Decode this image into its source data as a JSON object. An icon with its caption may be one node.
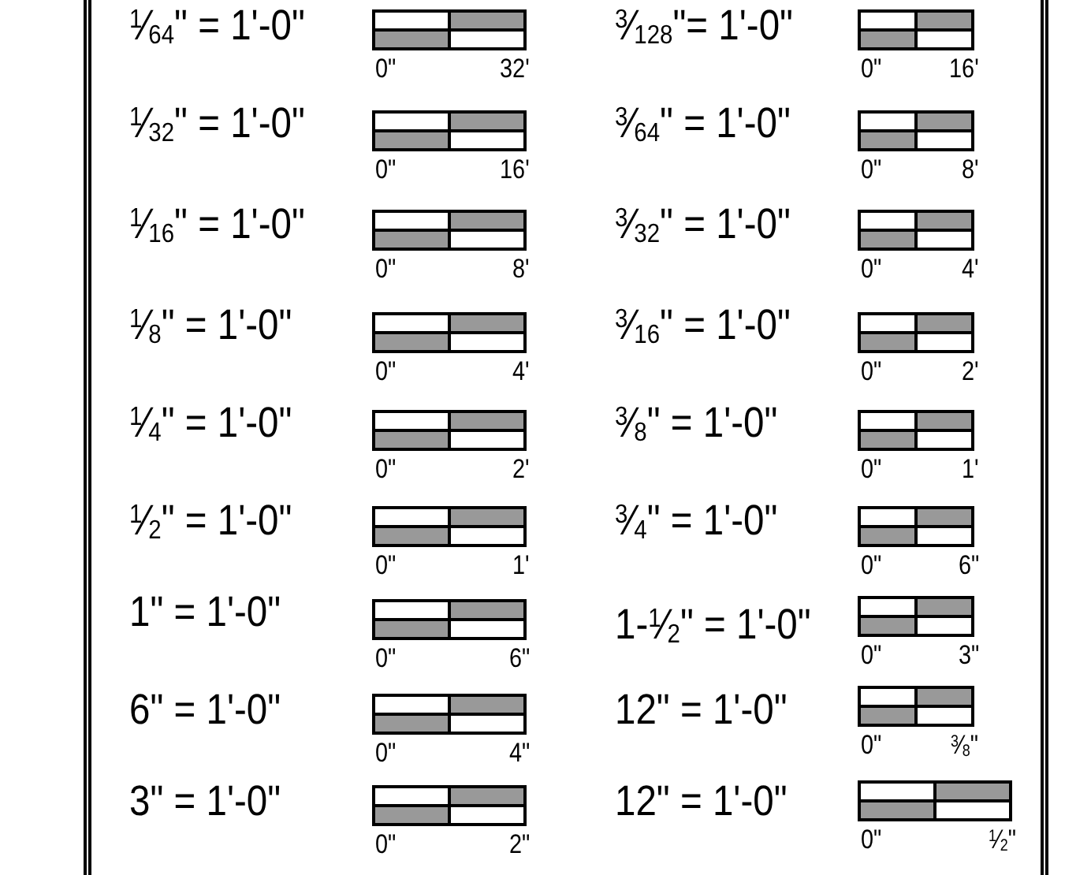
{
  "diagram": {
    "labels": [
      "$^{1}$⁄$_{64}$\" = 1'-0\"",
      "0\"",
      "32'",
      "$^{3}$⁄$_{128}$\"= 1'-0\"",
      "0\"",
      "16'",
      "$^{1}$⁄$_{32}$\" = 1'-0\"",
      "0\"",
      "16'",
      "$^{3}$⁄$_{64}$\" = 1'-0\"",
      "0\"",
      "8'",
      "$^{1}$⁄$_{16}$\" = 1'-0\"",
      "0\"",
      "8'",
      "$^{3}$⁄$_{32}$\" = 1'-0\"",
      "0\"",
      "4'",
      "$^{1}$⁄$_{8}$\" = 1'-0\"",
      "0\"",
      "4'",
      "$^{3}$⁄$_{16}$\" = 1'-0\"",
      "0\"",
      "2'",
      "$^{1}$⁄$_{4}$\" = 1'-0\"",
      "0\"",
      "2'",
      "$^{3}$⁄$_{8}$\" = 1'-0\"",
      "0\"",
      "1'",
      "$^{1}$⁄$_{2}$\" = 1'-0\"",
      "0\"",
      "1'",
      "$^{3}$⁄$_{4}$\" = 1'-0\"",
      "0\"",
      "6\"",
      "1\" = 1'-0\"",
      "0\"",
      "6\"",
      "1-$^{1}$⁄$_{2}$\" = 1'-0\"",
      "0\"",
      "3\"",
      "6\" = 1'-0\"",
      "0\"",
      "4\"",
      "12\" = 1'-0\"",
      "0\"",
      "$^{3}$⁄$_{8}$\"",
      "3\" = 1'-0\"",
      "0\"",
      "2\"",
      "12\" = 1'-0\"",
      "0\"",
      "$^{1}$⁄$_{2}$\""
    ]
  }
}
